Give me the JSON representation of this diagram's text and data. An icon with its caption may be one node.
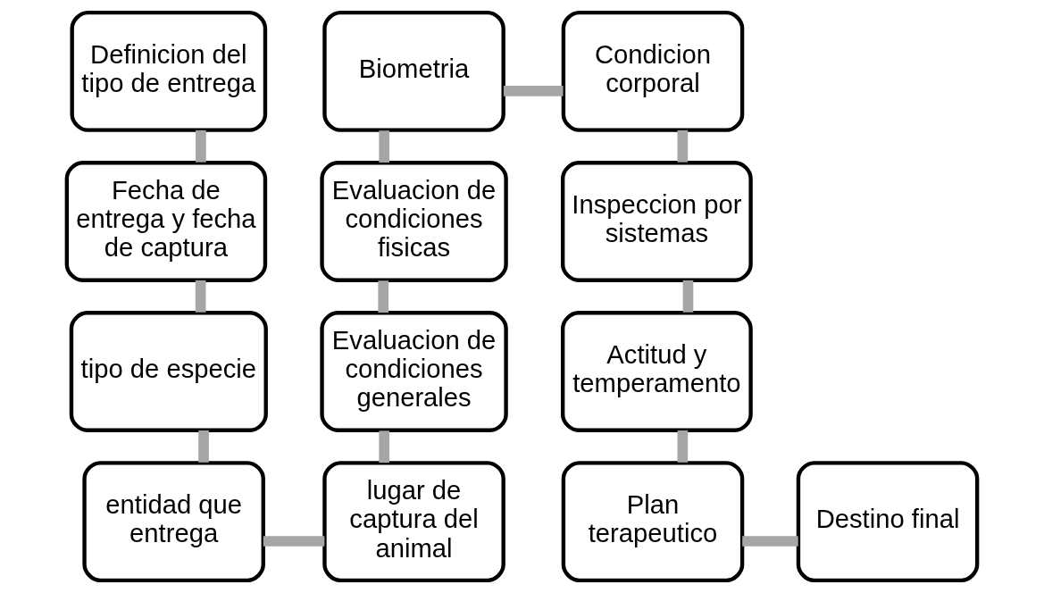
{
  "diagram": {
    "nodes": [
      {
        "text": [
          "Definicion del tipo de entrega"
        ]
      },
      {
        "text": [
          "Fecha de entrega y fecha de captura"
        ]
      },
      {
        "text": [
          "tipo de especie"
        ]
      },
      {
        "text": [
          "entidad que entrega"
        ]
      },
      {
        "text": [
          "lugar de captura del animal"
        ]
      },
      {
        "text": [
          "Evaluacion de condiciones generales"
        ]
      },
      {
        "text": [
          "Evaluacion de condiciones fisicas"
        ]
      },
      {
        "text": [
          "Biometria"
        ]
      },
      {
        "text": [
          "Condicion corporal"
        ]
      },
      {
        "text": [
          "Inspeccion por sistemas"
        ]
      },
      {
        "text": [
          "Actitud y temperamento"
        ]
      },
      {
        "text": [
          "Plan terapeutico"
        ]
      },
      {
        "text": [
          "Destino final"
        ]
      }
    ],
    "edges": [
      {
        "from": 0,
        "to": 1,
        "arrow": "none"
      },
      {
        "from": 1,
        "to": 2,
        "arrow": "none"
      },
      {
        "from": 2,
        "to": 3,
        "arrow": "none"
      },
      {
        "from": 3,
        "to": 4,
        "arrow": "none"
      },
      {
        "from": 4,
        "to": 5,
        "arrow": "none"
      },
      {
        "from": 5,
        "to": 6,
        "arrow": "none"
      },
      {
        "from": 6,
        "to": 7,
        "arrow": "none"
      },
      {
        "from": 7,
        "to": 8,
        "arrow": "none"
      },
      {
        "from": 8,
        "to": 9,
        "arrow": "none"
      },
      {
        "from": 9,
        "to": 10,
        "arrow": "none"
      },
      {
        "from": 10,
        "to": 11,
        "arrow": "none"
      },
      {
        "from": 11,
        "to": 12,
        "arrow": "none"
      }
    ]
  }
}
